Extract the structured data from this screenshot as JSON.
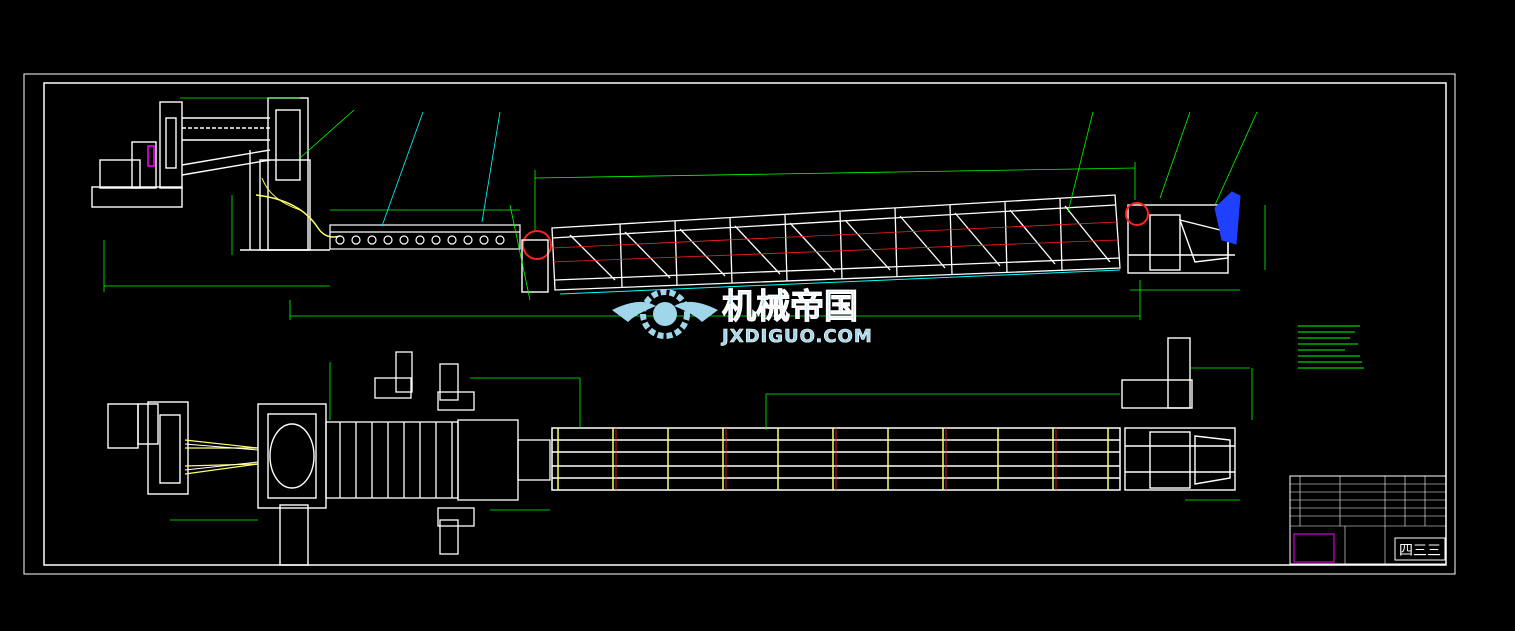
{
  "colors": {
    "background": "#000000",
    "frame": "#ffffff",
    "dimension": "#00ff00",
    "leader": "#00ffff",
    "centerline": "#ff2020",
    "hydraulic": "#ffff66",
    "accent_blue": "#2040ff",
    "accent_magenta": "#ff00ff",
    "watermark": "#9fd6ea"
  },
  "watermark": {
    "title": "机械帝国",
    "url": "JXDIGUO.COM",
    "icon": "gear-wings-logo"
  },
  "title_block": {
    "stamp": "四三三"
  }
}
